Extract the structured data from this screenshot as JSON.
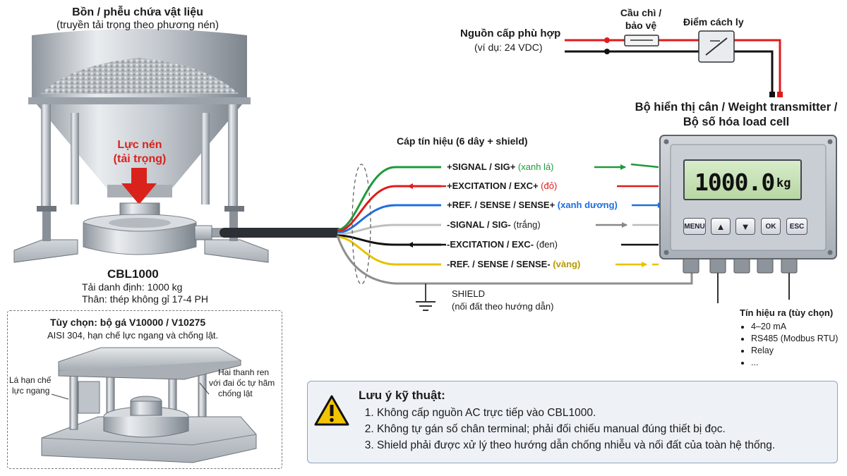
{
  "hopper": {
    "title": "Bồn / phễu chứa vật liệu",
    "subtitle": "(truyền tải trọng theo phương nén)",
    "force_line1": "Lực nén",
    "force_line2": "(tải trọng)"
  },
  "loadcell": {
    "model": "CBL1000",
    "rating": "Tải danh định: 1000 kg",
    "body": "Thân: thép không gỉ 17-4 PH"
  },
  "option": {
    "title": "Tùy chọn: bộ gá V10000 / V10275",
    "desc": "AISI 304, hạn chế lực ngang và chống lật.",
    "left_label_1": "Lá hạn chế",
    "left_label_2": "lực ngang",
    "right_label_1": "Hai thanh ren",
    "right_label_2": "với đai ốc tự hãm",
    "right_label_3": "chống lật"
  },
  "power": {
    "label": "Nguồn cấp phù hợp",
    "example": "(ví dụ: 24 VDC)",
    "fuse_1": "Cầu chì /",
    "fuse_2": "bảo vệ",
    "isolator": "Điểm cách ly"
  },
  "device": {
    "title_1": "Bộ hiển thị cân / Weight transmitter /",
    "title_2": "Bộ số hóa load cell",
    "display_value": "1000.0",
    "display_unit": "kg",
    "keys": [
      "MENU",
      "▲",
      "▼",
      "OK",
      "ESC"
    ]
  },
  "cable": {
    "title": "Cáp tín hiệu (6 dây + shield)",
    "wires": [
      {
        "name": "+SIGNAL / SIG+",
        "note": "(xanh lá)",
        "color": "#1d9a3a"
      },
      {
        "name": "+EXCITATION / EXC+",
        "note": "(đỏ)",
        "color": "#e01b1b"
      },
      {
        "name": "+REF. / SENSE / SENSE+",
        "note": "(xanh dương)",
        "color": "#1e6fe0"
      },
      {
        "name": "-SIGNAL / SIG-",
        "note": "(trắng)",
        "color": "#bfbfbf"
      },
      {
        "name": "-EXCITATION / EXC-",
        "note": "(đen)",
        "color": "#111111"
      },
      {
        "name": "-REF. / SENSE / SENSE-",
        "note": "(vàng)",
        "color": "#e6c200"
      }
    ],
    "shield_1": "SHIELD",
    "shield_2": "(nối đất theo hướng dẫn)"
  },
  "outputs": {
    "title": "Tín hiệu ra (tùy chọn)",
    "items": [
      "4–20 mA",
      "RS485 (Modbus RTU)",
      "Relay",
      "..."
    ]
  },
  "notes": {
    "title": "Lưu ý kỹ thuật:",
    "items": [
      "Không cấp nguồn AC trực tiếp vào CBL1000.",
      "Không tự gán số chân terminal; phải đối chiếu manual đúng thiết bị đọc.",
      "Shield phải được xử lý theo hướng dẫn chống nhiễu và nối đất của toàn hệ thống."
    ]
  }
}
